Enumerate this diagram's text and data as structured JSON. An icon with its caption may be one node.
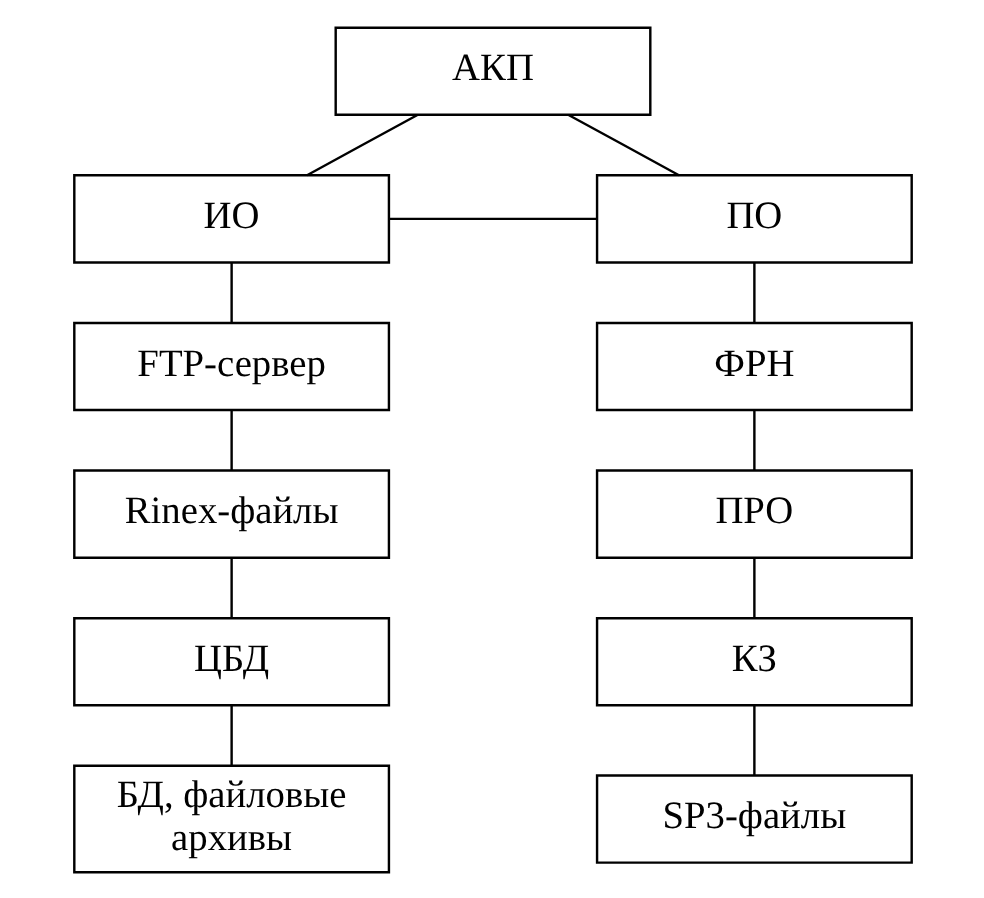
{
  "diagram": {
    "nodes": [
      {
        "text": [
          "АКП"
        ]
      },
      {
        "text": [
          "ИО"
        ]
      },
      {
        "text": [
          "ПО"
        ]
      },
      {
        "text": [
          "FTP-сервер"
        ]
      },
      {
        "text": [
          "ФРН"
        ]
      },
      {
        "text": [
          "Rinex-файлы"
        ]
      },
      {
        "text": [
          "ПРО"
        ]
      },
      {
        "text": [
          "ЦБД"
        ]
      },
      {
        "text": [
          "КЗ"
        ]
      },
      {
        "text": [
          "БД, файловые архивы"
        ]
      },
      {
        "text": [
          "SP3-файлы"
        ]
      }
    ],
    "edges": [
      {
        "from": 0,
        "to": 1,
        "arrow": "none"
      },
      {
        "from": 0,
        "to": 2,
        "arrow": "none"
      },
      {
        "from": 1,
        "to": 2,
        "arrow": "none"
      },
      {
        "from": 1,
        "to": 3,
        "arrow": "none"
      },
      {
        "from": 3,
        "to": 5,
        "arrow": "none"
      },
      {
        "from": 5,
        "to": 7,
        "arrow": "none"
      },
      {
        "from": 7,
        "to": 9,
        "arrow": "none"
      },
      {
        "from": 2,
        "to": 4,
        "arrow": "none"
      },
      {
        "from": 4,
        "to": 6,
        "arrow": "none"
      },
      {
        "from": 6,
        "to": 8,
        "arrow": "none"
      },
      {
        "from": 8,
        "to": 10,
        "arrow": "none"
      }
    ]
  }
}
